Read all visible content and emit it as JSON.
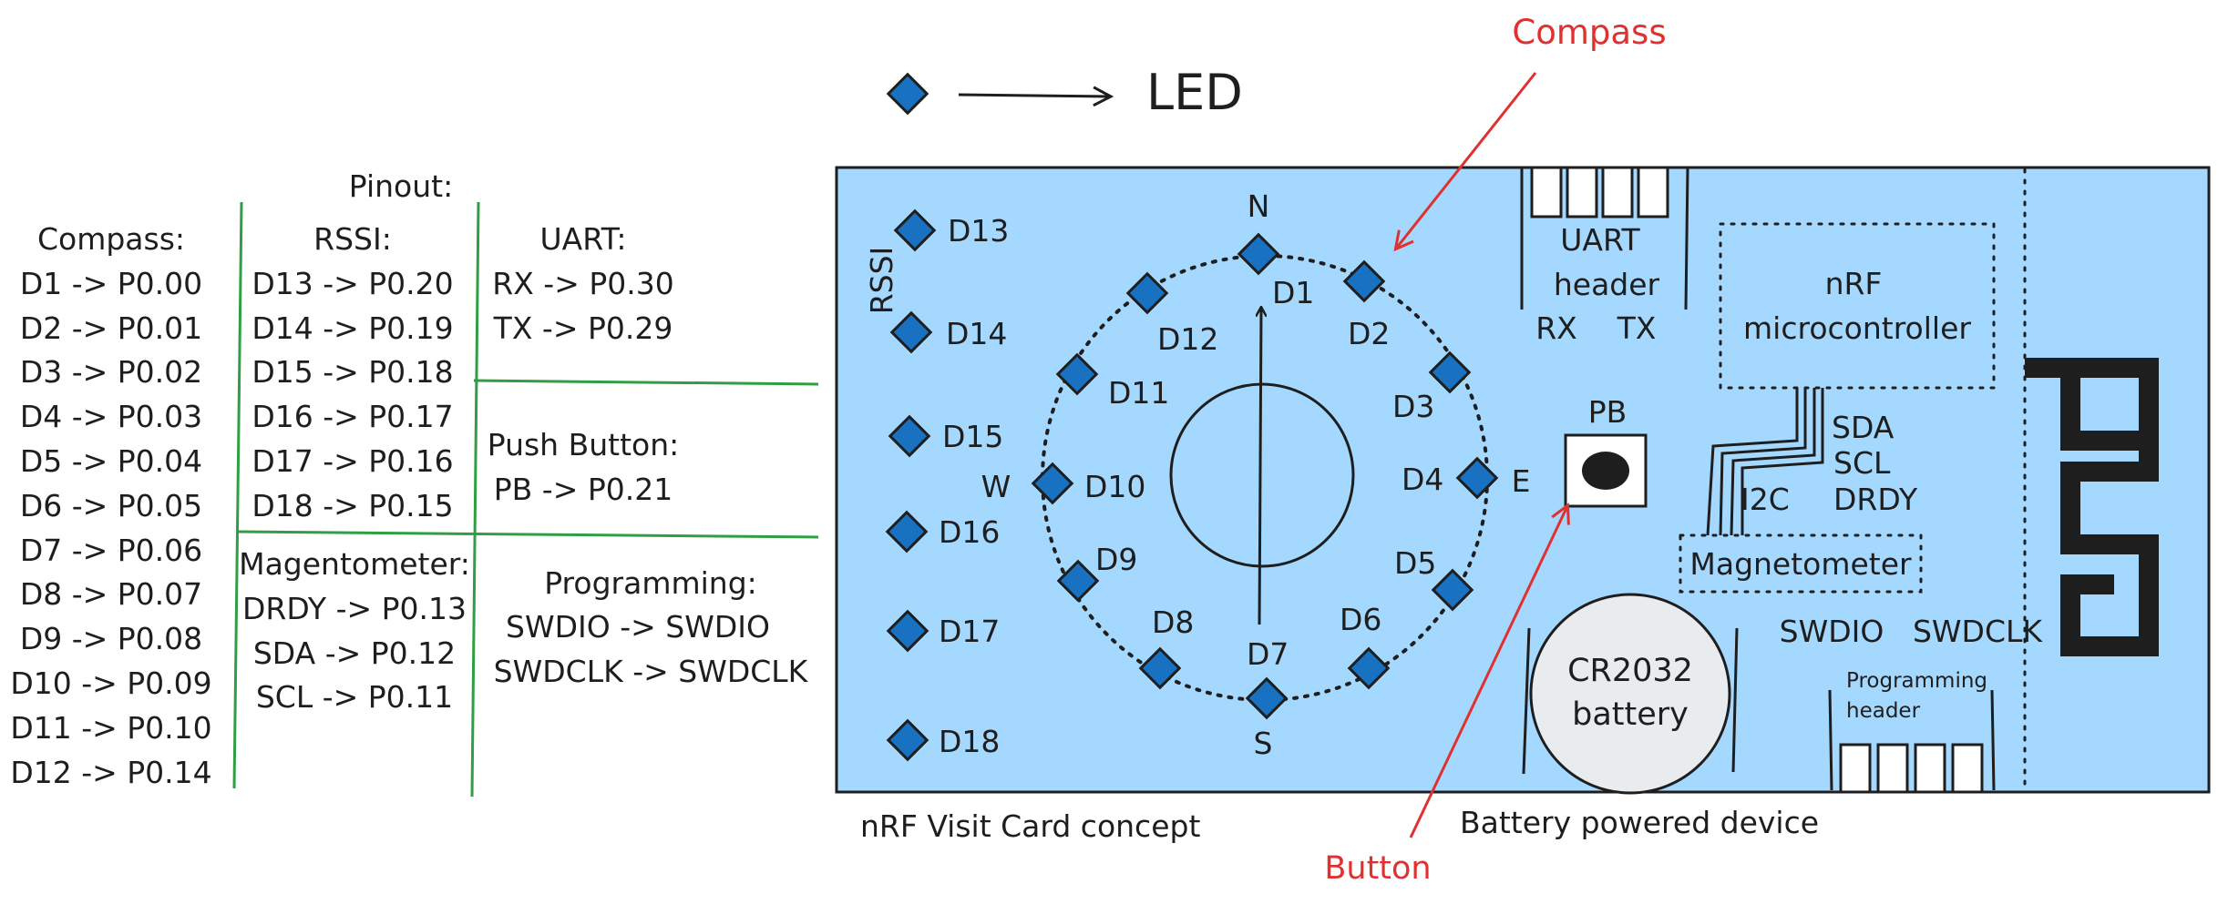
{
  "legend": {
    "led_label": "LED"
  },
  "annotations": {
    "compass": "Compass",
    "button": "Button",
    "card_caption": "nRF Visit Card concept",
    "battery_caption": "Battery powered device"
  },
  "pinout": {
    "title": "Pinout:",
    "compass": {
      "heading": "Compass:",
      "rows": [
        "D1 -> P0.00",
        "D2 -> P0.01",
        "D3 -> P0.02",
        "D4 -> P0.03",
        "D5 -> P0.04",
        "D6 -> P0.05",
        "D7 -> P0.06",
        "D8 -> P0.07",
        "D9 -> P0.08",
        "D10 -> P0.09",
        "D11 -> P0.10",
        "D12 -> P0.14"
      ]
    },
    "rssi": {
      "heading": "RSSI:",
      "rows": [
        "D13 -> P0.20",
        "D14 -> P0.19",
        "D15 -> P0.18",
        "D16 -> P0.17",
        "D17 -> P0.16",
        "D18 -> P0.15"
      ]
    },
    "magnetometer": {
      "heading": "Magentometer:",
      "rows": [
        "DRDY -> P0.13",
        "SDA -> P0.12",
        "SCL -> P0.11"
      ]
    },
    "uart": {
      "heading": "UART:",
      "rows": [
        "RX -> P0.30",
        "TX -> P0.29"
      ]
    },
    "push_button": {
      "heading": "Push Button:",
      "rows": [
        "PB -> P0.21"
      ]
    },
    "programming": {
      "heading": "Programming:",
      "rows": [
        "SWDIO -> SWDIO",
        "SWDCLK -> SWDCLK"
      ]
    }
  },
  "board": {
    "rssi_label": "RSSI",
    "rssi_leds": [
      "D13",
      "D14",
      "D15",
      "D16",
      "D17",
      "D18"
    ],
    "compass_leds": [
      "D1",
      "D2",
      "D3",
      "D4",
      "D5",
      "D6",
      "D7",
      "D8",
      "D9",
      "D10",
      "D11",
      "D12"
    ],
    "directions": {
      "n": "N",
      "e": "E",
      "s": "S",
      "w": "W"
    },
    "uart_header": {
      "line1": "UART",
      "line2": "header",
      "rx": "RX",
      "tx": "TX"
    },
    "mcu": {
      "line1": "nRF",
      "line2": "microcontroller"
    },
    "push_button_label": "PB",
    "i2c": {
      "label": "I2C",
      "sda": "SDA",
      "scl": "SCL",
      "drdy": "DRDY"
    },
    "magnetometer": "Magnetometer",
    "battery": {
      "line1": "CR2032",
      "line2": "battery"
    },
    "swdio": "SWDIO",
    "swdclk": "SWDCLK",
    "programming_header": {
      "line1": "Programming",
      "line2": "header"
    }
  },
  "colors": {
    "board_fill": "#a5d8ff",
    "led_fill": "#1971c2",
    "annotation_red": "#e03131",
    "divider_green": "#2f9e44",
    "battery_fill": "#e9ecef",
    "ink": "#1e1e1e"
  }
}
